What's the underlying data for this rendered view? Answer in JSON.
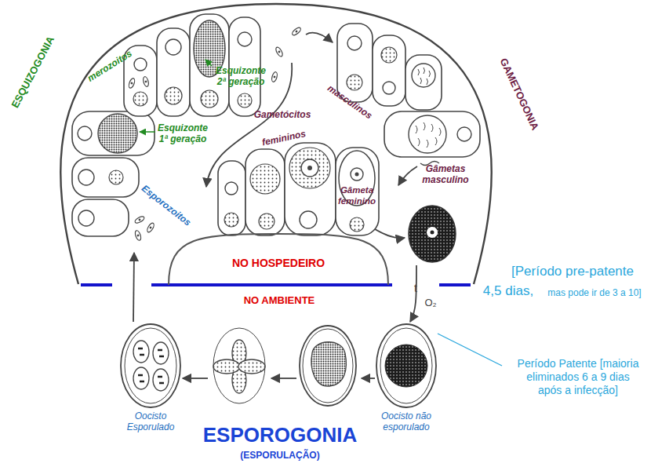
{
  "diagram": {
    "nodes": [
      {
        "text": [
          "Gâmeta feminino"
        ]
      },
      {
        "text": [
          "NO HOSPEDEIRO"
        ]
      },
      {
        "text": [
          "Oocisto Esporulado"
        ]
      },
      {
        "text": [
          "Oocisto não esporulado"
        ]
      }
    ],
    "labels": [
      "ESQUIZOGONIA",
      "merozoitos",
      "Esquizonte 2ª geração",
      "GAMETOGONIA",
      "Gametócitos",
      "masculinos",
      "Esquizonte 1ª geração",
      "femininos",
      "Gâmetas masculino",
      "Esporozoitos",
      "[Período pre-patente",
      "4,5 dias,",
      "mas pode ir de 3 a 10]",
      "NO AMBIENTE",
      "t",
      "O₂",
      "Período Patente [maioria eliminados 6 a 9 dias após a infecção]",
      "ESPOROGONIA",
      "(ESPORULAÇÃO)"
    ]
  }
}
